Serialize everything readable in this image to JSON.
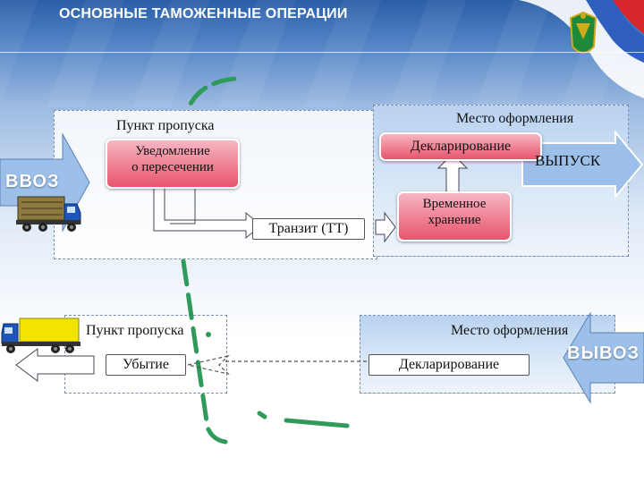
{
  "slide": {
    "title": "ОСНОВНЫЕ ТАМОЖЕННЫЕ ОПЕРАЦИИ"
  },
  "import_section": {
    "entry_label": "ВВОЗ",
    "checkpoint_label": "Пункт пропуска",
    "notification_label_line1": "Уведомление",
    "notification_label_line2": "о пересечении",
    "transit_label": "Транзит (ТТ)"
  },
  "clearance_section": {
    "place_label": "Место оформления",
    "declaration_label": "Декларирование",
    "release_label": "ВЫПУСК",
    "storage_label_line1": "Временное",
    "storage_label_line2": "хранение"
  },
  "export_section": {
    "checkpoint_label": "Пункт пропуска",
    "exit_label": "Убытие",
    "place_label": "Место оформления",
    "declaration_label": "Декларирование",
    "export_label": "ВЫВОЗ"
  },
  "colors": {
    "accent_red": "#e8546d",
    "arrow_blue": "#9cc0ea",
    "green_path": "#2f9a5a",
    "truck_cab": "#1f55b8",
    "truck_cargo": "#f2e400"
  }
}
